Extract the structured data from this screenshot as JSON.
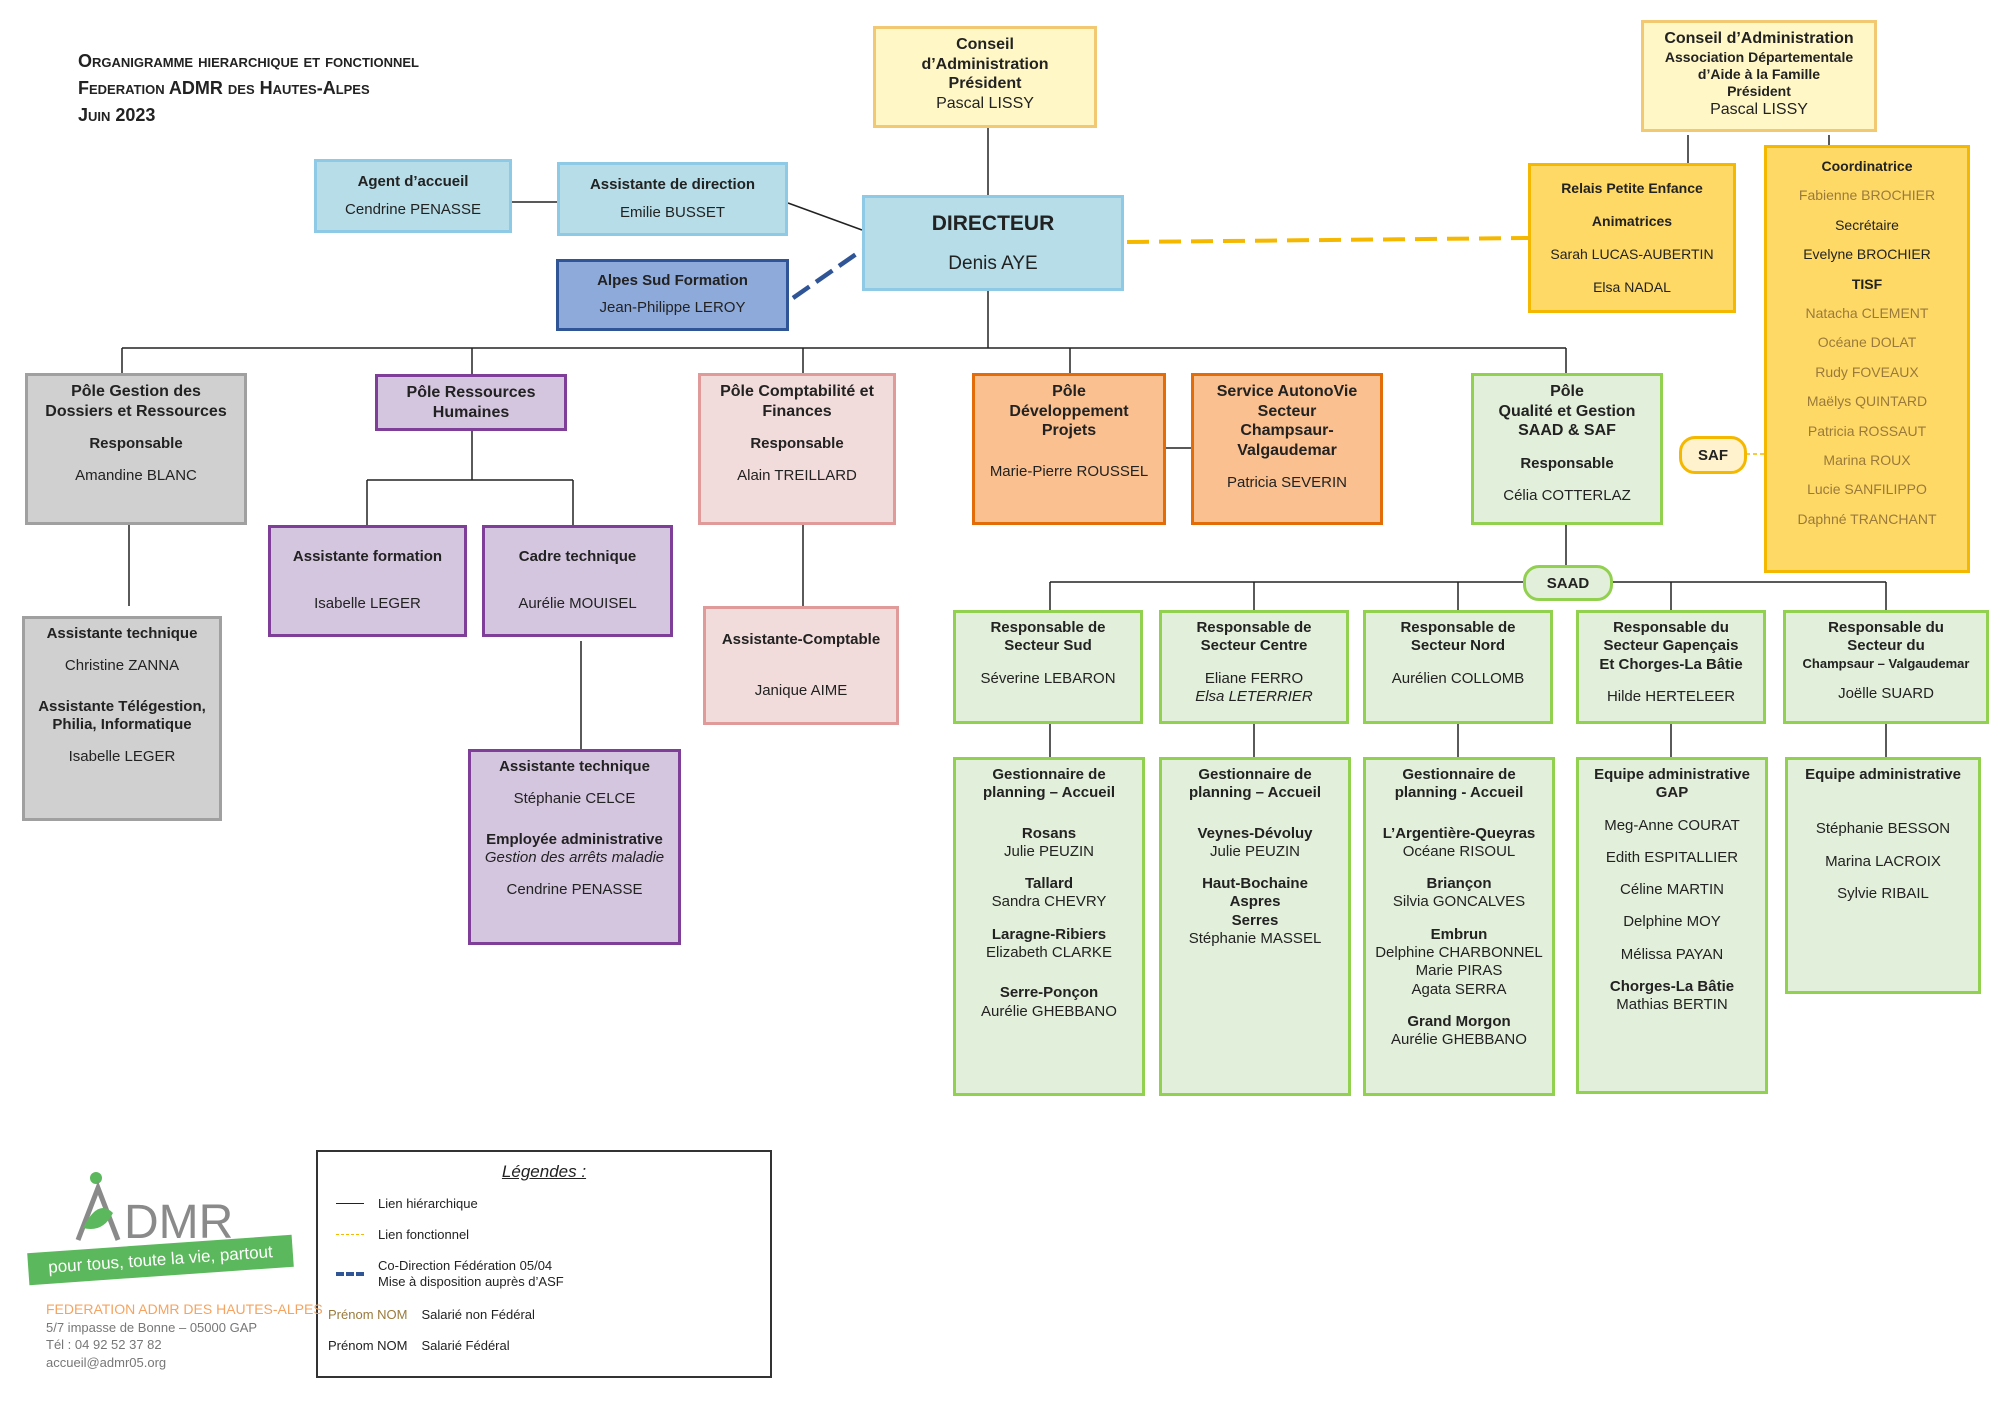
{
  "title": {
    "line1": "Organigramme hierarchique et fonctionnel",
    "line2": "Federation ADMR des Hautes-Alpes",
    "line3": "Juin 2023"
  },
  "boxes": {
    "conseil_fed": {
      "l1": "Conseil",
      "l2": "d’Administration",
      "l3": "Président",
      "n": "Pascal LISSY"
    },
    "conseil_asso": {
      "l1": "Conseil d’Administration",
      "l2": "Association Départementale",
      "l3": "d’Aide à la Famille",
      "l4": "Président",
      "n": "Pascal LISSY"
    },
    "agent": {
      "t": "Agent d’accueil",
      "n": "Cendrine PENASSE"
    },
    "assist_dir": {
      "t": "Assistante de direction",
      "n": "Emilie BUSSET"
    },
    "directeur": {
      "t": "DIRECTEUR",
      "n": "Denis AYE"
    },
    "alpes_sud": {
      "t": "Alpes Sud Formation",
      "n": "Jean-Philippe LEROY"
    },
    "relais": {
      "t": "Relais Petite Enfance",
      "t2": "Animatrices",
      "n1": "Sarah LUCAS-AUBERTIN",
      "n2": "Elsa NADAL"
    },
    "coord": {
      "t": "Coordinatrice",
      "n": "Fabienne BROCHIER",
      "t2": "Secrétaire",
      "n2": "Evelyne BROCHIER",
      "t3": "TISF",
      "tisf": [
        "Natacha CLEMENT",
        "Océane DOLAT",
        "Rudy FOVEAUX",
        "Maëlys QUINTARD",
        "Patricia ROSSAUT",
        "Marina ROUX",
        "Lucie SANFILIPPO",
        "Daphné TRANCHANT"
      ]
    },
    "pole_dossiers": {
      "t1": "Pôle Gestion des",
      "t2": "Dossiers et Ressources",
      "r": "Responsable",
      "n": "Amandine BLANC"
    },
    "pole_rh": {
      "t1": "Pôle Ressources",
      "t2": "Humaines"
    },
    "pole_compta": {
      "t1": "Pôle Comptabilité et",
      "t2": "Finances",
      "r": "Responsable",
      "n": "Alain TREILLARD"
    },
    "pole_dev": {
      "t1": "Pôle",
      "t2": "Développement",
      "t3": "Projets",
      "n": "Marie-Pierre ROUSSEL"
    },
    "autonovie": {
      "t1": "Service AutonoVie",
      "t2": "Secteur",
      "t3": "Champsaur-",
      "t4": "Valgaudemar",
      "n": "Patricia SEVERIN"
    },
    "pole_qual": {
      "t1": "Pôle",
      "t2": "Qualité et Gestion",
      "t3": "SAAD & SAF",
      "r": "Responsable",
      "n": "Célia COTTERLAZ"
    },
    "assist_tech1": {
      "t": "Assistante technique",
      "n": "Christine ZANNA",
      "t2": "Assistante Télégestion,",
      "t3": "Philia, Informatique",
      "n2": "Isabelle LEGER"
    },
    "assist_form": {
      "t": "Assistante formation",
      "n": "Isabelle LEGER"
    },
    "cadre_tech": {
      "t": "Cadre technique",
      "n": "Aurélie MOUISEL"
    },
    "assist_tech2": {
      "t": "Assistante technique",
      "n": "Stéphanie CELCE",
      "t2": "Employée administrative",
      "i": "Gestion des arrêts maladie",
      "n2": "Cendrine PENASSE"
    },
    "assist_compta": {
      "t": "Assistante-Comptable",
      "n": "Janique AIME"
    },
    "saf": "SAF",
    "saad": "SAAD",
    "sect_sud": {
      "t1": "Responsable de",
      "t2": "Secteur Sud",
      "n": "Séverine LEBARON"
    },
    "sect_centre": {
      "t1": "Responsable de",
      "t2": "Secteur Centre",
      "n": "Eliane FERRO",
      "i": "Elsa LETERRIER"
    },
    "sect_nord": {
      "t1": "Responsable de",
      "t2": "Secteur Nord",
      "n": "Aurélien COLLOMB"
    },
    "sect_gap": {
      "t1": "Responsable du",
      "t2": "Secteur Gapençais",
      "t3": "Et Chorges-La Bâtie",
      "n": "Hilde HERTELEER"
    },
    "sect_champ": {
      "t1": "Responsable du",
      "t2": "Secteur du",
      "t3": "Champsaur – Valgaudemar",
      "n": "Joëlle SUARD"
    },
    "gest_sud": {
      "t1": "Gestionnaire de",
      "t2": "planning – Accueil",
      "items": [
        [
          "Rosans",
          "Julie PEUZIN"
        ],
        [
          "Tallard",
          "Sandra CHEVRY"
        ],
        [
          "Laragne-Ribiers",
          "Elizabeth CLARKE"
        ],
        [
          "Serre-Ponçon",
          "Aurélie GHEBBANO"
        ]
      ]
    },
    "gest_centre": {
      "t1": "Gestionnaire de",
      "t2": "planning – Accueil",
      "p1": "Veynes-Dévoluy",
      "n1": "Julie PEUZIN",
      "p2a": "Haut-Bochaine",
      "p2b": "Aspres",
      "p2c": "Serres",
      "n2": "Stéphanie MASSEL"
    },
    "gest_nord": {
      "t1": "Gestionnaire de",
      "t2": "planning - Accueil",
      "p1": "L’Argentière-Queyras",
      "n1": "Océane RISOUL",
      "p2": "Briançon",
      "n2": "Silvia GONCALVES",
      "p3": "Embrun",
      "n3a": "Delphine CHARBONNEL",
      "n3b": "Marie PIRAS",
      "n3c": "Agata SERRA",
      "p4": "Grand Morgon",
      "n4": "Aurélie GHEBBANO"
    },
    "equipe_gap": {
      "t1": "Equipe administrative",
      "t2": "GAP",
      "names": [
        "Meg-Anne COURAT",
        "Edith ESPITALLIER",
        "Céline MARTIN",
        "Delphine MOY",
        "Mélissa PAYAN"
      ],
      "p": "Chorges-La Bâtie",
      "n": "Mathias BERTIN"
    },
    "equipe_champ": {
      "t": "Equipe administrative",
      "names": [
        "Stéphanie BESSON",
        "Marina LACROIX",
        "Sylvie RIBAIL"
      ]
    }
  },
  "legend": {
    "title": "Légendes :",
    "hier": "Lien hiérarchique",
    "fonc": "Lien fonctionnel",
    "codir1": "Co-Direction Fédération 05/04",
    "codir2": "Mise à disposition auprès d’ASF",
    "prenom_nom_1": "Prénom NOM",
    "non_fed": "Salarié non Fédéral",
    "prenom_nom_2": "Prénom NOM",
    "fed": "Salarié Fédéral"
  },
  "logo": {
    "brand": "DMR",
    "slogan": "pour tous, toute la vie, partout"
  },
  "footer": {
    "name": "FEDERATION ADMR DES HAUTES-ALPES",
    "addr": "5/7 impasse de Bonne – 05000 GAP",
    "tel": "Tél : 04 92 52 37 82",
    "mail": "accueil@admr05.org"
  },
  "colors": {
    "line": "#222222",
    "functional": "#f5b800",
    "codirection": "#2f5597",
    "green_border": "#92d050"
  }
}
